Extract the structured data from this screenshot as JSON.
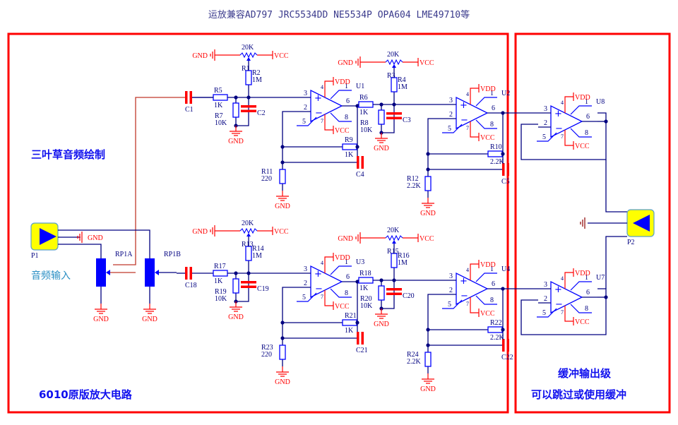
{
  "title": "运放兼容AD797 JRC5534DD NE5534P OPA604 LME49710等",
  "notes": {
    "author": "三叶草音频绘制",
    "input_label": "音频输入",
    "amp_section": "6010原版放大电路",
    "buffer_title": "缓冲输出级",
    "buffer_subtitle": "可以跳过或使用缓冲"
  },
  "colors": {
    "wire": "#000080",
    "component": "#0000ff",
    "power": "#ff0000",
    "frame": "#ff0000",
    "connector_fill": "#ffff00"
  },
  "nets": {
    "gnd": "GND",
    "vcc": "VCC",
    "vdd": "VDD"
  },
  "connectors": {
    "input": "P1",
    "output": "P2"
  },
  "pots": {
    "a": "RP1A",
    "b": "RP1B",
    "trim_value": "20K"
  },
  "channels": [
    {
      "cin": "C1",
      "stage1": {
        "rin": "R5",
        "rin_val": "1K",
        "rtop_a": "R1",
        "rtop_b": "R2",
        "rtop_val": "1M",
        "rsh": "R7",
        "rsh_val": "10K",
        "csh": "C2",
        "rf": "R9",
        "rf_val": "1K",
        "cf": "C4",
        "rg": "R11",
        "rg_val": "220",
        "op": "U1"
      },
      "stage2": {
        "rin": "R6",
        "rin_val": "1K",
        "rtop_a": "R3",
        "rtop_b": "R4",
        "rtop_val": "1M",
        "rsh": "R8",
        "rsh_val": "10K",
        "csh": "C3",
        "rf": "R10",
        "rf_val": "2.2K",
        "cf": "C5",
        "rg": "R12",
        "rg_val": "2.2K",
        "op": "U2"
      },
      "buffer": "U8"
    },
    {
      "cin": "C18",
      "stage1": {
        "rin": "R17",
        "rin_val": "1K",
        "rtop_a": "R13",
        "rtop_b": "R14",
        "rtop_val": "1M",
        "rsh": "R19",
        "rsh_val": "10K",
        "csh": "C19",
        "rf": "R21",
        "rf_val": "1K",
        "cf": "C21",
        "rg": "R23",
        "rg_val": "220",
        "op": "U3"
      },
      "stage2": {
        "rin": "R18",
        "rin_val": "1K",
        "rtop_a": "R15",
        "rtop_b": "R16",
        "rtop_val": "1M",
        "rsh": "R20",
        "rsh_val": "10K",
        "csh": "C20",
        "rf": "R22",
        "rf_val": "2.2K",
        "cf": "C22",
        "rg": "R24",
        "rg_val": "2.2K",
        "op": "U4"
      },
      "buffer": "U7"
    }
  ],
  "pins": {
    "p1": "1",
    "p2": "2",
    "p3": "3",
    "p4": "4",
    "p5": "5",
    "p6": "6",
    "p7": "7",
    "p8": "8"
  }
}
